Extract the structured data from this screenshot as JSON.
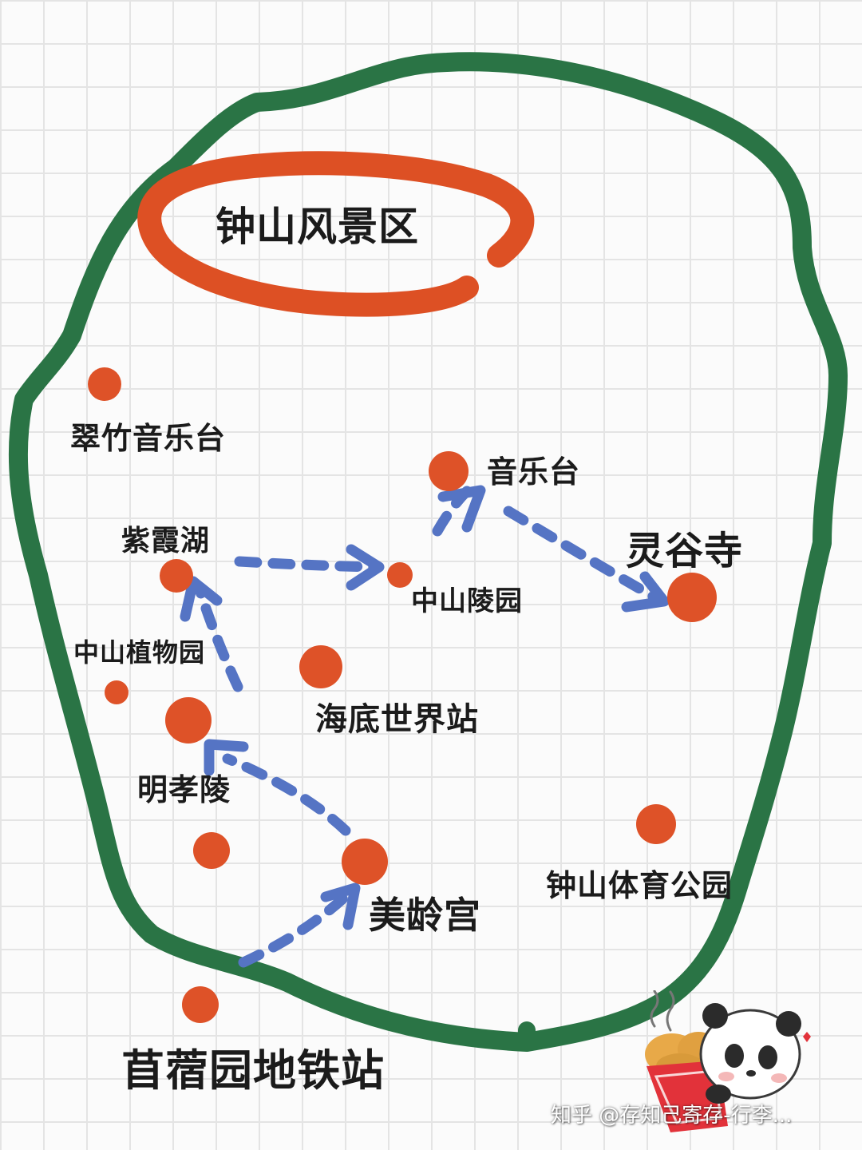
{
  "title": "钟山风景区",
  "places": {
    "cuizhu_music_stage": "翠竹音乐台",
    "music_stage": "音乐台",
    "zixia_lake": "紫霞湖",
    "linggu_temple": "灵谷寺",
    "sun_yat_sen_mausoleum": "中山陵园",
    "zhongshan_botanical_garden": "中山植物园",
    "underwater_world_station": "海底世界站",
    "ming_xiaoling": "明孝陵",
    "meiling_palace": "美龄宫",
    "zhongshan_sports_park": "钟山体育公园",
    "muxuyuan_metro_station": "苜蓿园地铁站"
  },
  "watermark": "知乎 @存知己寄存-行李...",
  "colors": {
    "boundary": "#2a7445",
    "highlight": "#dd5024",
    "marker": "#de5228",
    "route": "#5574c4",
    "text": "#1b1b1b",
    "grid": "#e4e4e4"
  }
}
